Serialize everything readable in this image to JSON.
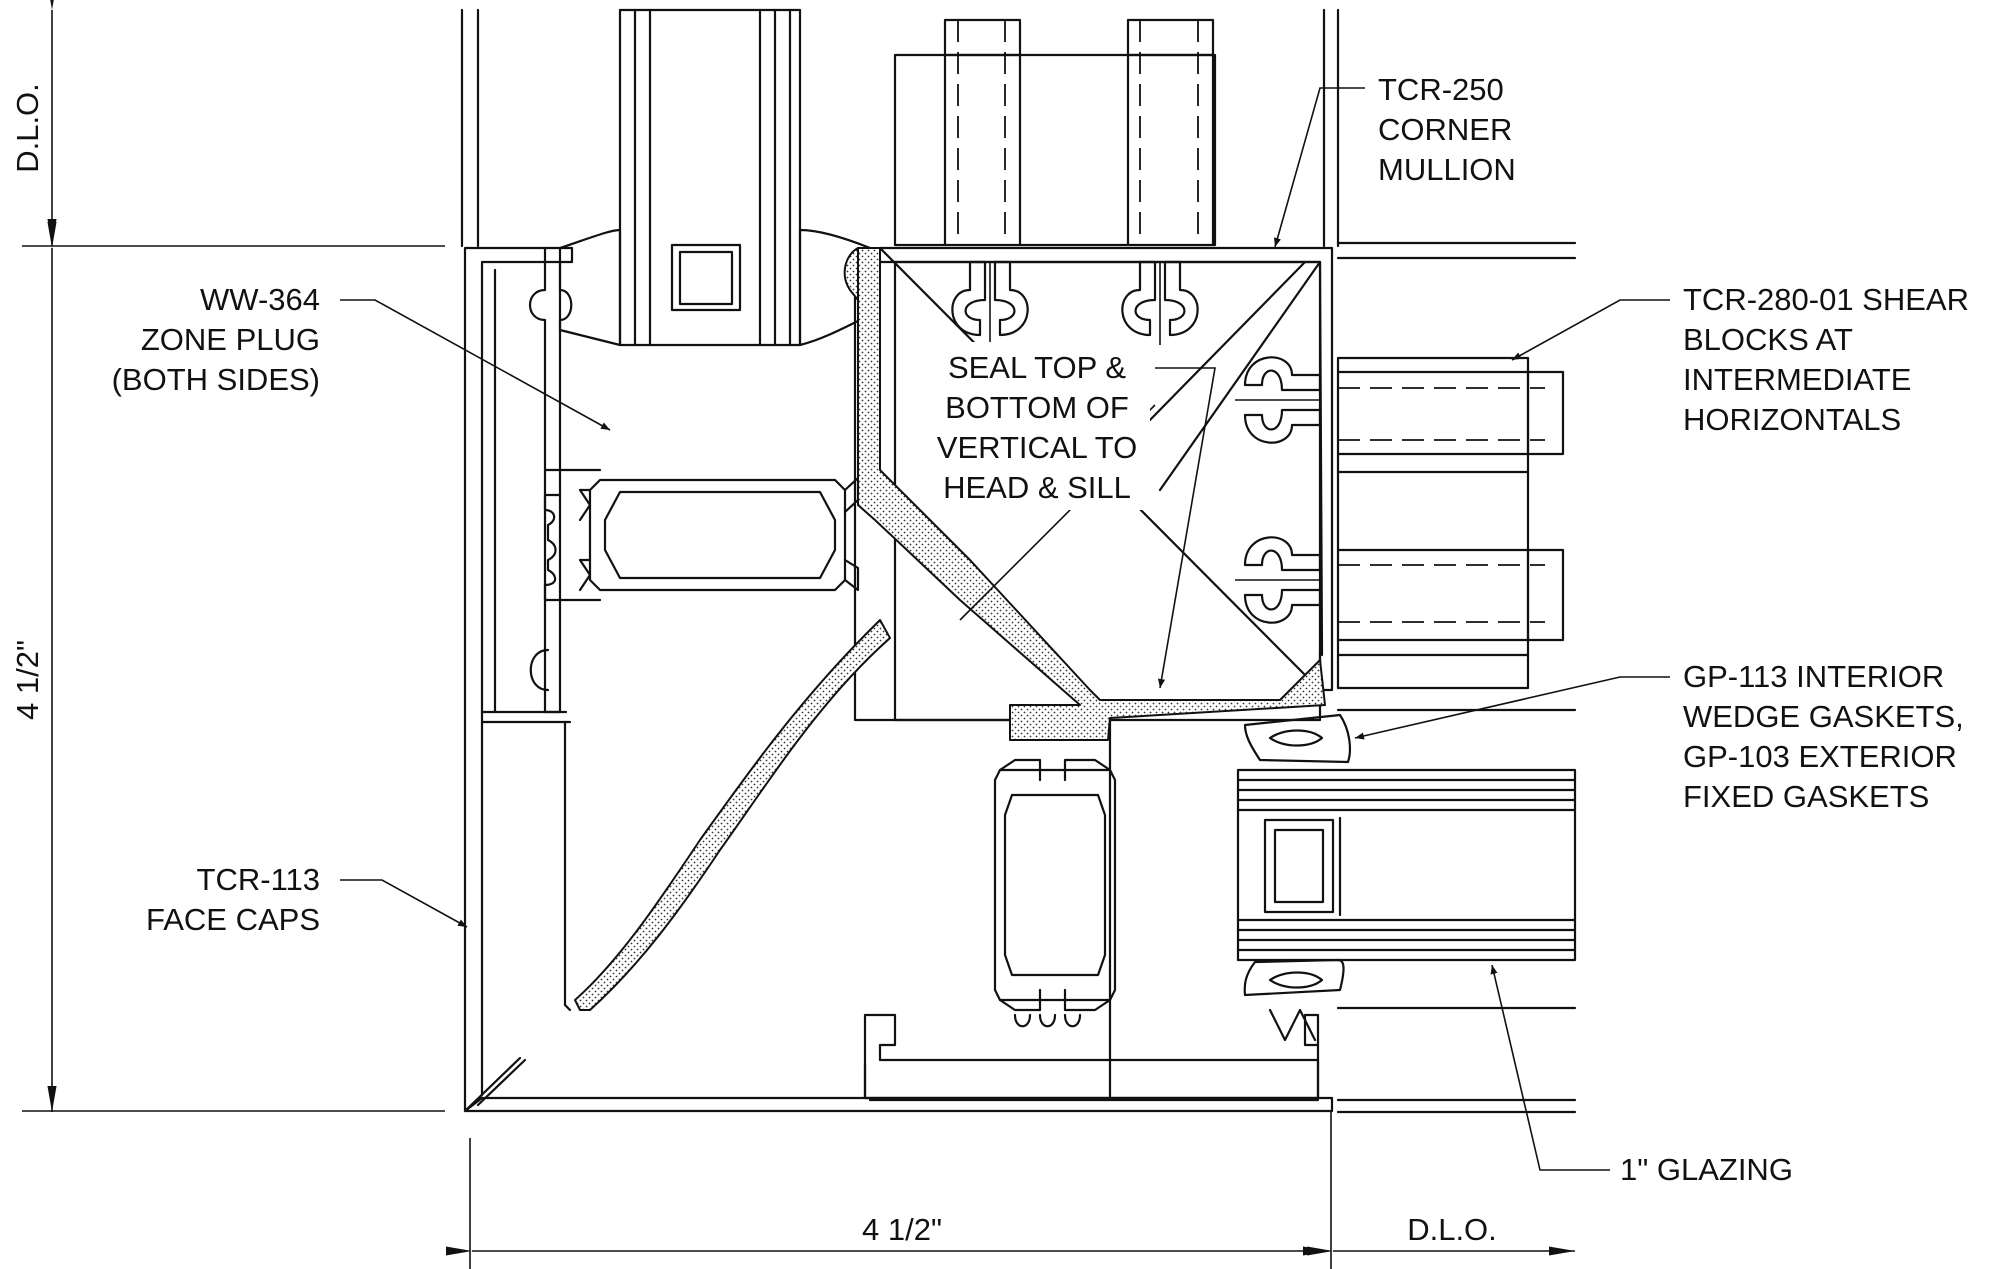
{
  "callouts": {
    "corner_mullion": [
      "TCR-250",
      "CORNER",
      "MULLION"
    ],
    "zone_plug": [
      "WW-364",
      "ZONE PLUG",
      "(BOTH SIDES)"
    ],
    "shear_blocks": [
      "TCR-280-01 SHEAR",
      "BLOCKS AT",
      "INTERMEDIATE",
      "HORIZONTALS"
    ],
    "seal_note": [
      "SEAL TOP &",
      "BOTTOM OF",
      "VERTICAL TO",
      "HEAD & SILL"
    ],
    "gaskets": [
      "GP-113 INTERIOR",
      "WEDGE GASKETS,",
      "GP-103 EXTERIOR",
      "FIXED GASKETS"
    ],
    "face_caps": [
      "TCR-113",
      "FACE CAPS"
    ],
    "glazing": "1\" GLAZING"
  },
  "dimensions": {
    "top_left": "D.L.O.",
    "left_height": "4 1/2\"",
    "bottom_width": "4 1/2\"",
    "bottom_right": "D.L.O."
  }
}
